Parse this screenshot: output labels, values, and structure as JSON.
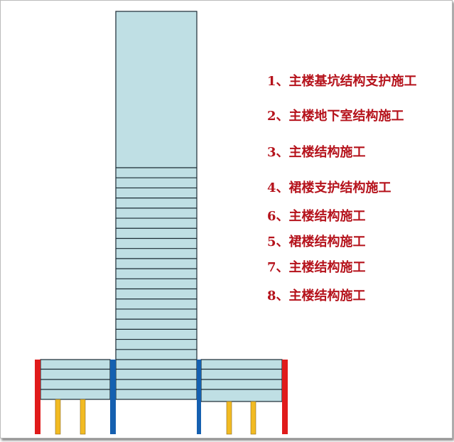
{
  "colors": {
    "structure_fill": "#bfdfe4",
    "floor_line": "#1a2a33",
    "retaining_wall": "#e01b1b",
    "tower_wall": "#1560b0",
    "pile": "#f2bb22",
    "text": "#b5121b"
  },
  "steps": [
    {
      "text": "1、主楼基坑结构支护施工"
    },
    {
      "text": "2、主楼地下室结构施工"
    },
    {
      "text": "3、主楼结构施工"
    },
    {
      "text": "4、裙楼支护结构施工"
    },
    {
      "text": "6、主楼结构施工"
    },
    {
      "text": "5、裙楼结构施工"
    },
    {
      "text": "7、主楼结构施工"
    },
    {
      "text": "8、主楼结构施工"
    }
  ]
}
